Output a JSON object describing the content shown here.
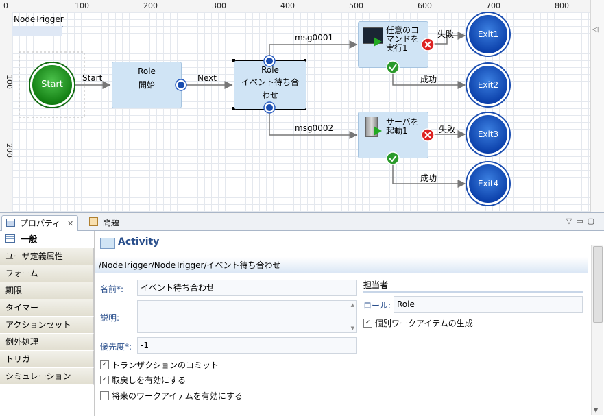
{
  "ruler": {
    "top_ticks": [
      "0",
      "100",
      "200",
      "300",
      "400",
      "500",
      "600",
      "700",
      "800"
    ],
    "left_ticks": [
      "0",
      "100",
      "200"
    ]
  },
  "pool": {
    "title": "NodeTrigger"
  },
  "diagram": {
    "start": {
      "label": "Start"
    },
    "role1": {
      "line1": "Role",
      "line2": "開始"
    },
    "role2": {
      "line1": "Role",
      "line2": "イベント待ち合",
      "line3": "わせ"
    },
    "task1": {
      "line1": "任意のコ",
      "line2": "マンドを",
      "line3": "実行1"
    },
    "task2": {
      "line1": "サーバを",
      "line2": "起動1"
    },
    "flows": {
      "start": "Start",
      "next": "Next",
      "msg1": "msg0001",
      "msg2": "msg0002",
      "fail1": "失敗",
      "success1": "成功",
      "fail2": "失敗",
      "success2": "成功"
    },
    "exits": [
      "Exit1",
      "Exit2",
      "Exit3",
      "Exit4"
    ]
  },
  "tabs": {
    "properties": "プロパティ",
    "problems": "問題",
    "close_icon": "close-icon"
  },
  "sidenav": {
    "items": [
      "一般",
      "ユーザ定義属性",
      "フォーム",
      "期限",
      "タイマー",
      "アクションセット",
      "例外処理",
      "トリガ",
      "シミュレーション"
    ]
  },
  "content": {
    "title": "Activity",
    "path": "/NodeTrigger/NodeTrigger/イベント待ち合わせ",
    "name_label": "名前*:",
    "name_value": "イベント待ち合わせ",
    "desc_label": "説明:",
    "priority_label": "優先度*:",
    "priority_value": "-1",
    "checkbox_commit": "トランザクションのコミット",
    "checkbox_undo": "取戻しを有効にする",
    "checkbox_future": "将来のワークアイテムを有効にする",
    "assignee_title": "担当者",
    "role_label": "ロール:",
    "role_value": "Role",
    "checkbox_individual": "個別ワークアイテムの生成"
  },
  "colors": {
    "accent": "#2a4f8c",
    "exit_blue": "#1a4db0",
    "start_green": "#1a8a1a",
    "task_blue": "#d0e4f5"
  }
}
